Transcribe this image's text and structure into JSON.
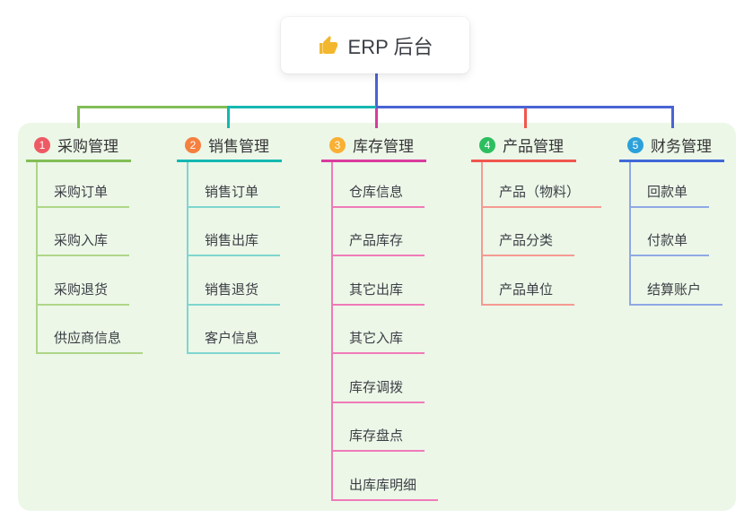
{
  "root": {
    "label": "ERP 后台",
    "icon": "thumbs-up-icon"
  },
  "colors": {
    "page_bg": "#ffffff",
    "group_bg": "#ecf7e8",
    "root_stem_blue": "#4a64d3",
    "bus_segments": [
      "#82be55",
      "#14b8b1",
      "#4a64d3"
    ],
    "drop_colors": [
      "#82be55",
      "#14b8b1",
      "#d93b9e",
      "#f1564d",
      "#4a64d3"
    ],
    "thumb_icon": "#f3b72e"
  },
  "branches": [
    {
      "num": "1",
      "label": "采购管理",
      "line_color": "#82be55",
      "child_line_color": "#aed687",
      "badge_color": "#ee5a64",
      "children": [
        "采购订单",
        "采购入库",
        "采购退货",
        "供应商信息"
      ]
    },
    {
      "num": "2",
      "label": "销售管理",
      "line_color": "#14b8b1",
      "child_line_color": "#7fd6cf",
      "badge_color": "#f5803f",
      "children": [
        "销售订单",
        "销售出库",
        "销售退货",
        "客户信息"
      ]
    },
    {
      "num": "3",
      "label": "库存管理",
      "line_color": "#d93b9e",
      "child_line_color": "#f07ab8",
      "badge_color": "#f9b033",
      "children": [
        "仓库信息",
        "产品库存",
        "其它出库",
        "其它入库",
        "库存调拨",
        "库存盘点",
        "出库库明细"
      ]
    },
    {
      "num": "4",
      "label": "产品管理",
      "line_color": "#f1564d",
      "child_line_color": "#f59a92",
      "badge_color": "#2dbe5f",
      "children": [
        "产品（物料）",
        "产品分类",
        "产品单位"
      ]
    },
    {
      "num": "5",
      "label": "财务管理",
      "line_color": "#4168d8",
      "child_line_color": "#8fa8e4",
      "badge_color": "#2ba1da",
      "children": [
        "回款单",
        "付款单",
        "结算账户"
      ]
    }
  ]
}
